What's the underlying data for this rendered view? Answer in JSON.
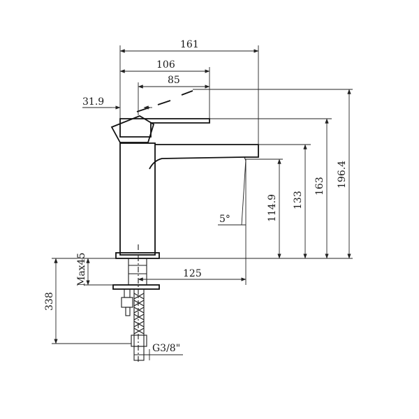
{
  "drawing": {
    "dimensions": {
      "d161": "161",
      "d106": "106",
      "d85": "85",
      "d31_9": "31.9",
      "d196_4": "196.4",
      "d163": "163",
      "d133": "133",
      "d114_9": "114.9",
      "angle5": "5°",
      "d125": "125",
      "max45": "Max45",
      "d338": "338",
      "thread": "G3/8\""
    }
  }
}
